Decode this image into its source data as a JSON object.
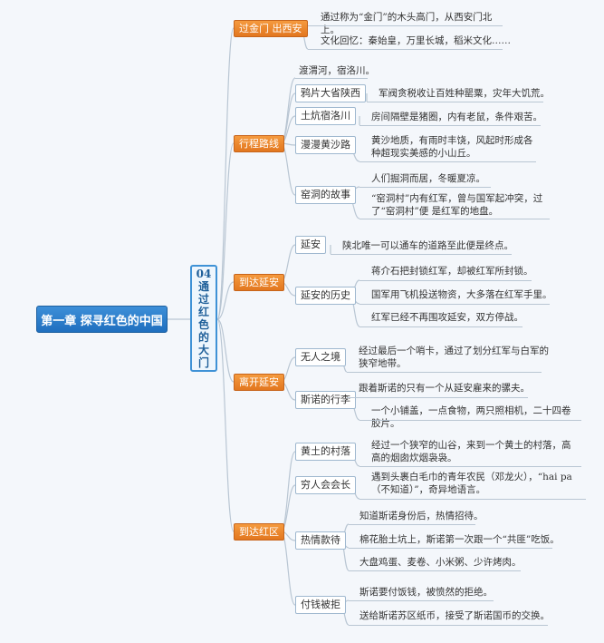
{
  "root": "第一章 探寻红色的中国",
  "chapter": "04通过红色的大门",
  "sections": [
    {
      "label": "过金门 出西安",
      "items": [
        {
          "text": "通过称为“金门”的木头高门，从西安门北上。"
        },
        {
          "text": "文化回忆：秦始皇，万里长城，稻米文化……"
        }
      ]
    },
    {
      "label": "行程路线",
      "items": [
        {
          "text": "渡渭河，宿洛川。"
        },
        {
          "topic": "鸦片大省陕西",
          "details": [
            "军阀贪税收让百姓种罂粟，灾年大饥荒。"
          ]
        },
        {
          "topic": "土炕宿洛川",
          "details": [
            "房间隔壁是猪圈，内有老鼠，条件艰苦。"
          ]
        },
        {
          "topic": "漫漫黄沙路",
          "details": [
            "黄沙地质，有雨时丰饶，风起时形成各种超现实美感的小山丘。"
          ]
        },
        {
          "topic": "窑洞的故事",
          "details": [
            "人们掘洞而居，冬暖夏凉。",
            "“窑洞村”内有红军，曾与国军起冲突，过了“窑洞村”便 是红军的地盘。"
          ]
        }
      ]
    },
    {
      "label": "到达延安",
      "items": [
        {
          "topic": "延安",
          "details": [
            "陕北唯一可以通车的道路至此便是终点。"
          ]
        },
        {
          "topic": "延安的历史",
          "details": [
            "蒋介石把封锁红军，却被红军所封锁。",
            "国军用飞机投送物资，大多落在红军手里。",
            "红军已经不再围攻延安，双方停战。"
          ]
        }
      ]
    },
    {
      "label": "离开延安",
      "items": [
        {
          "topic": "无人之境",
          "details": [
            "经过最后一个哨卡，通过了划分红军与白军的狭窄地带。"
          ]
        },
        {
          "topic": "斯诺的行李",
          "details": [
            "跟着斯诺的只有一个从延安雇来的骡夫。",
            "一个小铺盖，一点食物，两只照相机，二十四卷胶片。"
          ]
        }
      ]
    },
    {
      "label": "到达红区",
      "items": [
        {
          "topic": "黄土的村落",
          "details": [
            "经过一个狭窄的山谷，来到一个黄土的村落，高高的烟囱炊烟袅袅。"
          ]
        },
        {
          "topic": "穷人会会长",
          "details": [
            "遇到头裹白毛巾的青年农民（邓龙火），“hai pa（不知道）”，奇异地语言。"
          ]
        },
        {
          "topic": "热情款待",
          "details": [
            "知道斯诺身份后，热情招待。",
            "棉花胎土坑上，斯诺第一次跟一个“共匪”吃饭。",
            "大盘鸡蛋、麦卷、小米粥、少许烤肉。"
          ]
        },
        {
          "topic": "付钱被拒",
          "details": [
            "斯诺要付饭钱，被愤然的拒绝。",
            "送给斯诺苏区纸币，接受了斯诺国币的交换。"
          ]
        }
      ]
    }
  ],
  "colors": {
    "root": "#2a7fd0",
    "section": "#e8822a",
    "chapter_border": "#3f92d6",
    "connector": "#b9c6d3",
    "background": "#f4f7fb"
  }
}
